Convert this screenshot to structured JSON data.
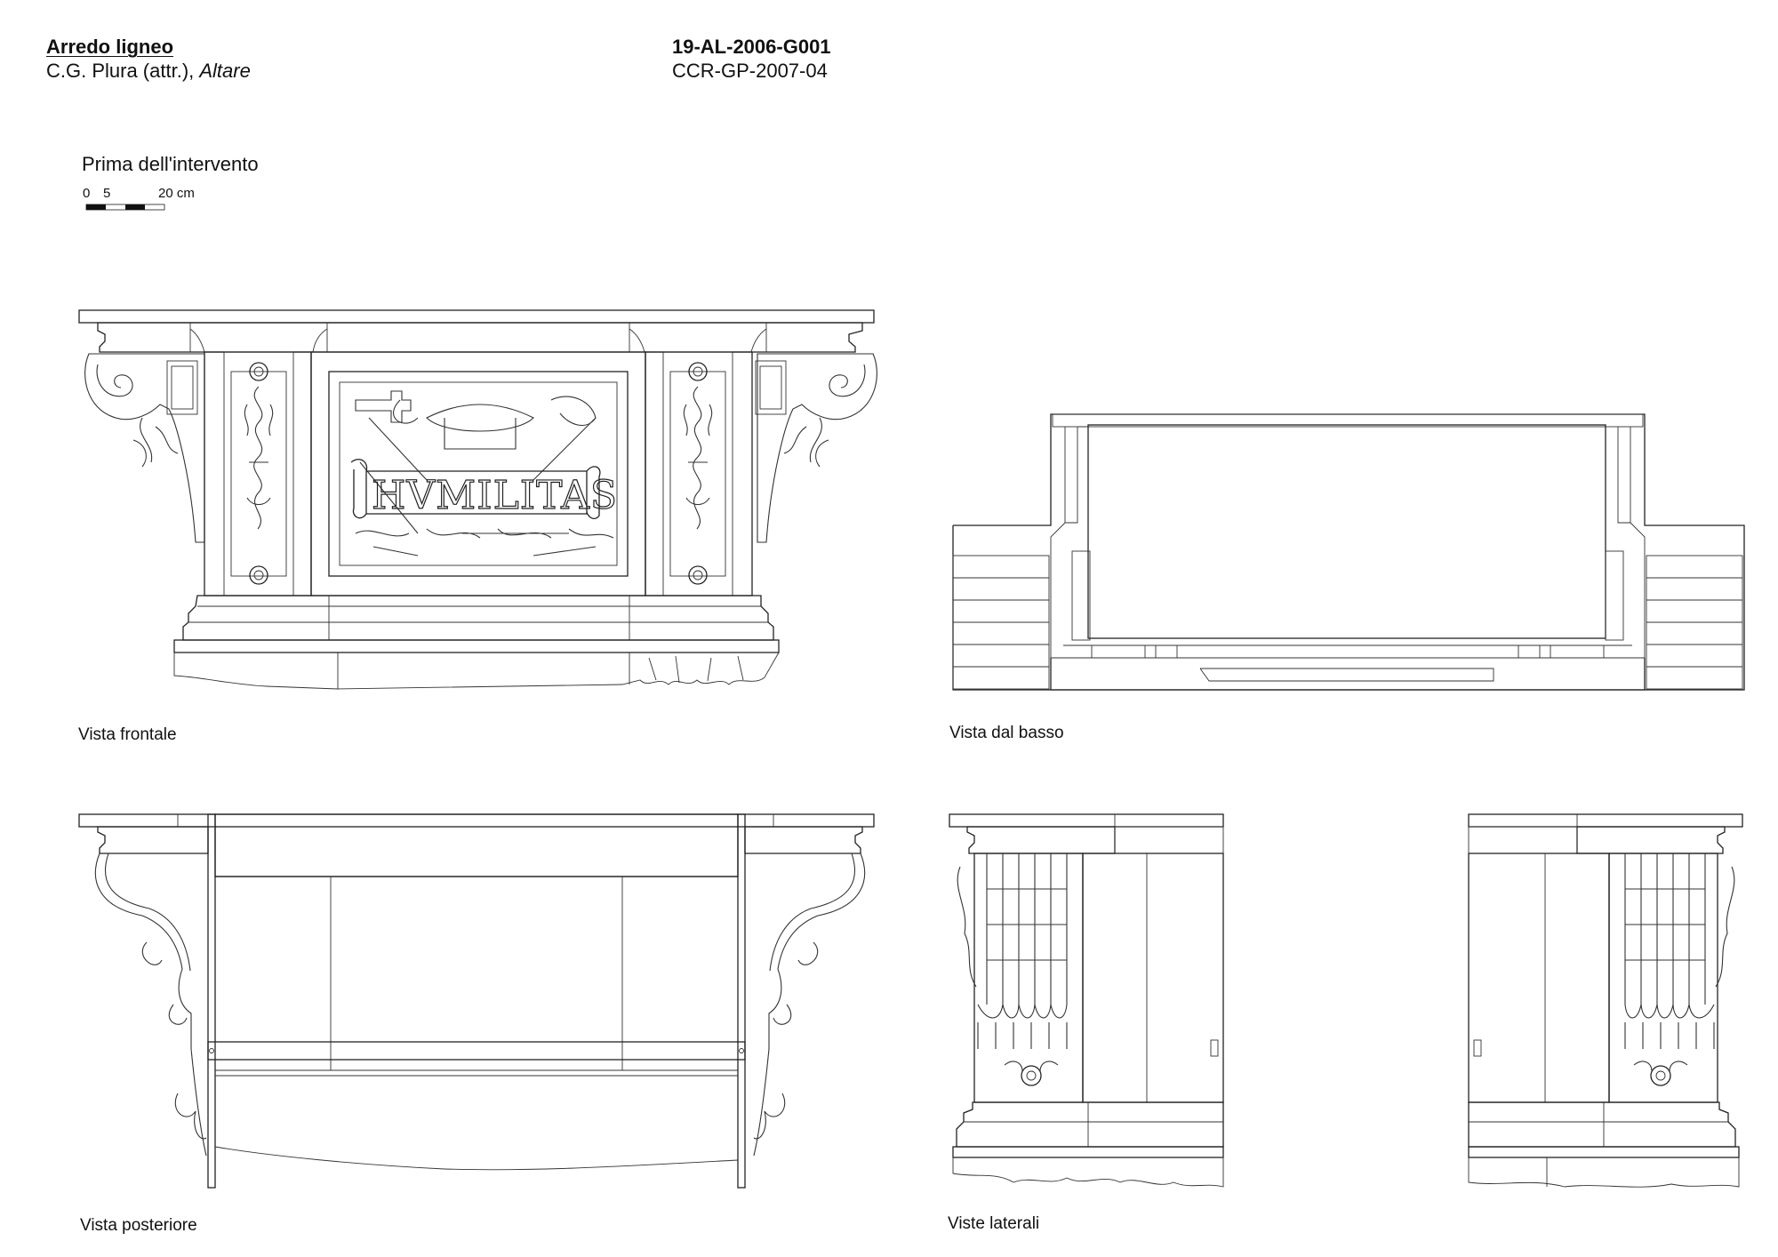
{
  "header": {
    "title": "Arredo ligneo",
    "subtitle_prefix": "C.G. Plura (attr.), ",
    "subtitle_work": "Altare",
    "code_primary": "19-AL-2006-G001",
    "code_secondary": "CCR-GP-2007-04"
  },
  "phase_label": "Prima dell'intervento",
  "scale_bar": {
    "tick_0": "0",
    "tick_5": "5",
    "tick_20": "20 cm"
  },
  "views": {
    "front": {
      "caption": "Vista frontale",
      "inscription": "HVMILITAS"
    },
    "bottom": {
      "caption": "Vista dal basso"
    },
    "rear": {
      "caption": "Vista posteriore"
    },
    "sides": {
      "caption": "Viste laterali"
    }
  }
}
